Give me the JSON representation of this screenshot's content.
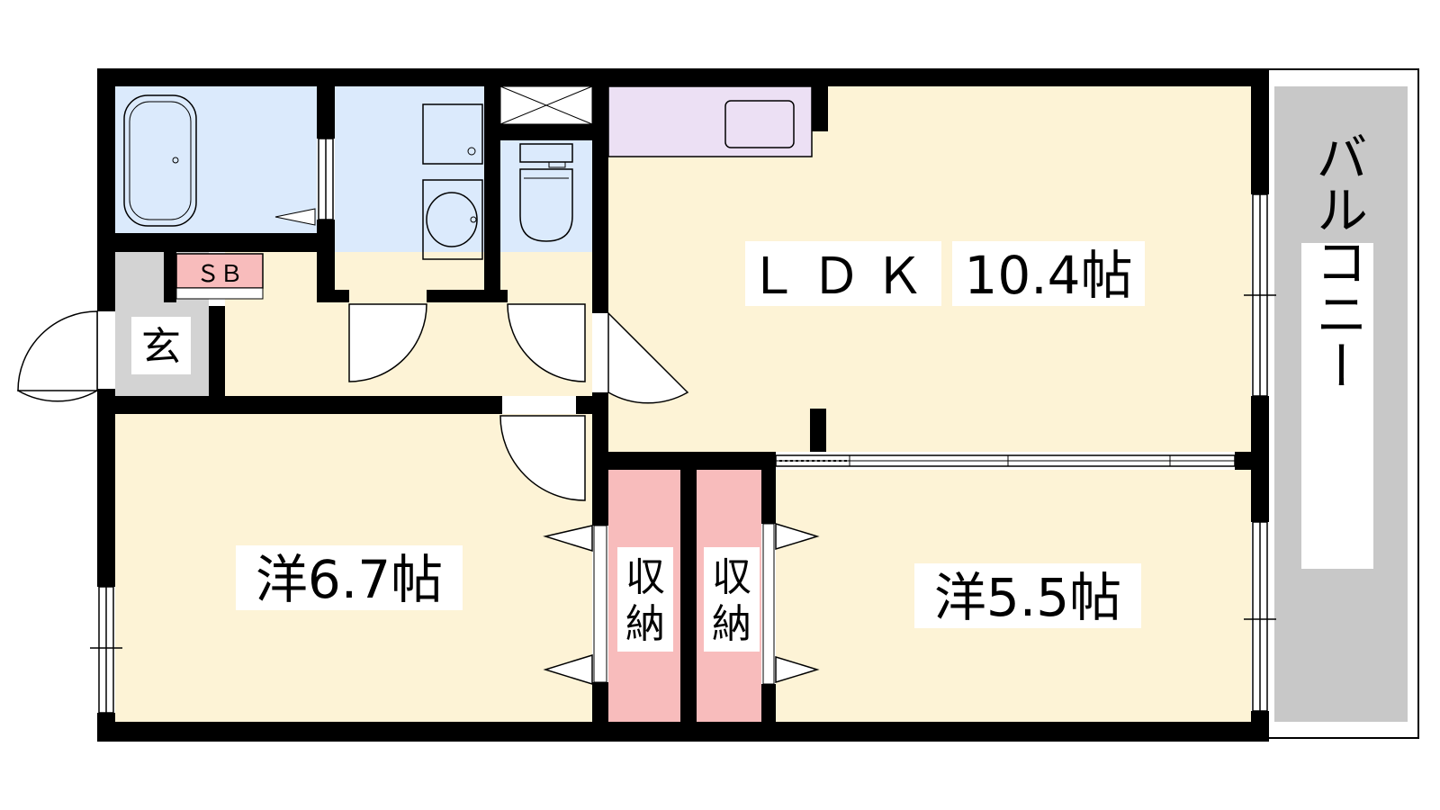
{
  "rooms": {
    "ldk": {
      "label": "ＬＤＫ",
      "size": "10.4帖"
    },
    "western_left": {
      "label": "洋6.7帖"
    },
    "western_right": {
      "label": "洋5.5帖"
    },
    "storage_left": {
      "label": "収納"
    },
    "storage_right": {
      "label": "収納"
    },
    "entrance": {
      "label": "玄"
    },
    "shoebox": {
      "label": "ＳＢ"
    },
    "balcony": {
      "label": "バルコニー"
    }
  },
  "colors": {
    "wall": "#000000",
    "living": "#fdf3d6",
    "wet_area": "#dbeafc",
    "kitchen": "#ece0f4",
    "storage": "#f8bcbc",
    "entrance": "#d3d3d3",
    "balcony": "#c8c8c8",
    "shoebox": "#f8bcbc"
  }
}
